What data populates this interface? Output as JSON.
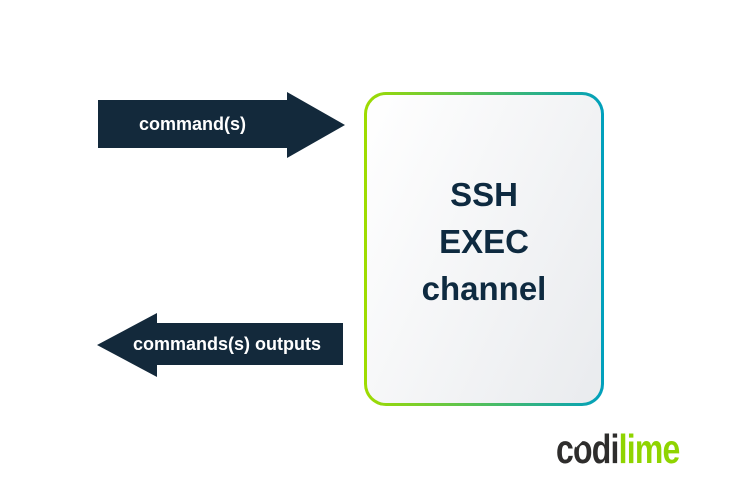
{
  "diagram": {
    "top_arrow": {
      "label": "command(s)",
      "direction": "right"
    },
    "bottom_arrow": {
      "label": "commands(s) outputs",
      "direction": "left"
    },
    "box": {
      "line1": "SSH",
      "line2": "EXEC",
      "line3": "channel"
    },
    "logo": {
      "dark_part": "codi",
      "green_part": "lime"
    }
  },
  "colors": {
    "background": "#ffffff",
    "arrow": "#13293b",
    "arrow_text": "#ffffff",
    "box_text": "#0e2a40",
    "box_fill_start": "#ffffff",
    "box_fill_end": "#e9ebee",
    "border_green": "#9fdc00",
    "border_teal": "#00a0bd",
    "logo_dark": "#2e2d2c",
    "logo_green": "#8fd400"
  }
}
